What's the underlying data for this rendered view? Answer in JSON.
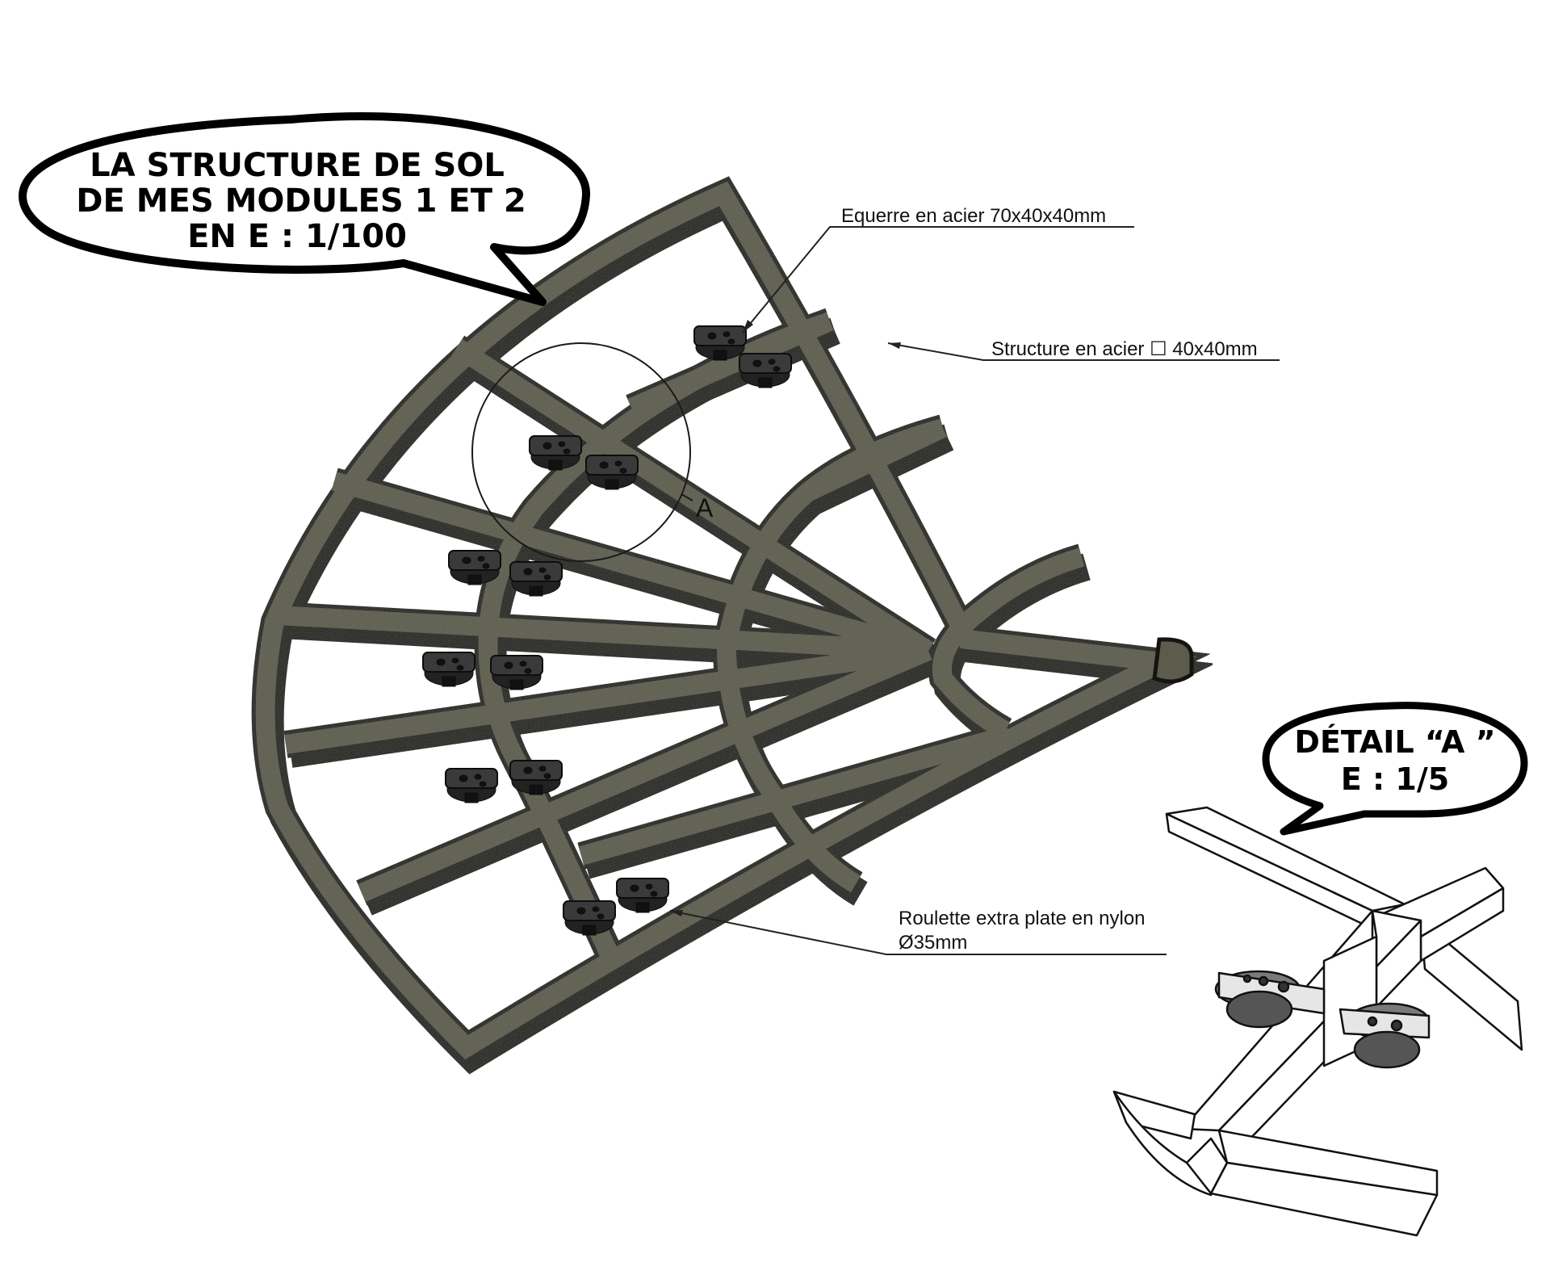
{
  "colors": {
    "steel": "#5c5b4c",
    "steel_shadow": "#2e2d26",
    "outline": "#141410",
    "caster": "#3a3a3a",
    "ink": "#000000"
  },
  "main_bubble": {
    "lines": [
      "LA STRUCTURE DE SOL",
      "DE MES MODULES 1 ET 2",
      "EN E : 1/100"
    ]
  },
  "detail_bubble": {
    "lines": [
      "DÉTAIL “A ”",
      "E : 1/5"
    ]
  },
  "callouts": {
    "bracket": "Equerre en acier 70x40x40mm",
    "frame": "Structure en acier ☐ 40x40mm",
    "caster_line1": "Roulette extra plate en nylon",
    "caster_line2": "Ø35mm"
  },
  "detail_ref": "A",
  "icons": {
    "caster": "caster-wheel-icon",
    "detail_circle": "detail-circle-icon"
  }
}
